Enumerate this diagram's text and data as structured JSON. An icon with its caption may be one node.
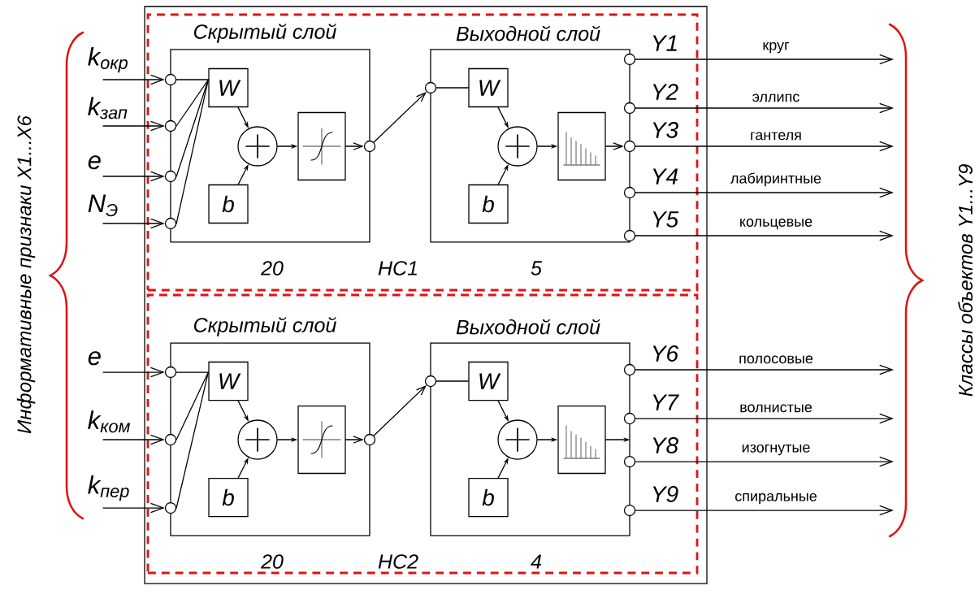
{
  "diagram": {
    "nodes": [
      {
        "text": [],
        "shape": "box"
      },
      {
        "text": [
          "НС1"
        ],
        "in": 0
      },
      {
        "text": [
          "Скрытый слой",
          "20"
        ],
        "in": 1
      },
      {
        "text": [
          "W"
        ],
        "in": 2
      },
      {
        "text": [
          "b"
        ],
        "in": 2
      },
      {
        "text": [],
        "shape": "circle",
        "in": 2
      },
      {
        "text": [],
        "shape": "box",
        "in": 2
      },
      {
        "text": [],
        "shape": "circle",
        "in": 1
      },
      {
        "text": [],
        "shape": "circle",
        "in": 1
      },
      {
        "text": [],
        "shape": "circle",
        "in": 1
      },
      {
        "text": [],
        "shape": "circle",
        "in": 1
      },
      {
        "text": [],
        "shape": "circle",
        "in": 1
      },
      {
        "text": [
          "Выходной слой",
          "5"
        ],
        "in": 1
      },
      {
        "text": [
          "W"
        ],
        "in": 12
      },
      {
        "text": [
          "b"
        ],
        "in": 12
      },
      {
        "text": [],
        "shape": "circle",
        "in": 12
      },
      {
        "text": [],
        "shape": "box",
        "in": 12
      },
      {
        "text": [],
        "shape": "circle",
        "in": 1
      },
      {
        "text": [],
        "shape": "circle",
        "in": 1,
        "beside": [
          "Y1"
        ]
      },
      {
        "text": [],
        "shape": "circle",
        "in": 1,
        "beside": [
          "Y2"
        ]
      },
      {
        "text": [],
        "shape": "circle",
        "in": 1,
        "beside": [
          "Y3"
        ]
      },
      {
        "text": [],
        "shape": "circle",
        "in": 1,
        "beside": [
          "Y4"
        ]
      },
      {
        "text": [],
        "shape": "circle",
        "in": 1,
        "beside": [
          "Y5"
        ]
      },
      {
        "text": [
          "НС2"
        ],
        "in": 0
      },
      {
        "text": [
          "Скрытый слой",
          "20"
        ],
        "in": 23
      },
      {
        "text": [
          "W"
        ],
        "in": 24
      },
      {
        "text": [
          "b"
        ],
        "in": 24
      },
      {
        "text": [],
        "shape": "circle",
        "in": 24
      },
      {
        "text": [],
        "shape": "box",
        "in": 24
      },
      {
        "text": [],
        "shape": "circle",
        "in": 23
      },
      {
        "text": [],
        "shape": "circle",
        "in": 23
      },
      {
        "text": [],
        "shape": "circle",
        "in": 23
      },
      {
        "text": [],
        "shape": "circle",
        "in": 23
      },
      {
        "text": [
          "Выходной слой",
          "4"
        ],
        "in": 23
      },
      {
        "text": [
          "W"
        ],
        "in": 33
      },
      {
        "text": [
          "b"
        ],
        "in": 33
      },
      {
        "text": [],
        "shape": "circle",
        "in": 33
      },
      {
        "text": [],
        "shape": "box",
        "in": 33
      },
      {
        "text": [],
        "shape": "circle",
        "in": 23
      },
      {
        "text": [],
        "shape": "circle",
        "in": 23,
        "beside": [
          "Y6"
        ]
      },
      {
        "text": [],
        "shape": "circle",
        "in": 23,
        "beside": [
          "Y7"
        ]
      },
      {
        "text": [],
        "shape": "circle",
        "in": 23,
        "beside": [
          "Y8"
        ]
      },
      {
        "text": [],
        "shape": "circle",
        "in": 23,
        "beside": [
          "Y9"
        ]
      }
    ],
    "edges": [
      {
        "from": null,
        "to": 7,
        "arrow": "to",
        "label": "k$_{окр}$"
      },
      {
        "from": null,
        "to": 8,
        "arrow": "to",
        "label": "k$_{зап}$"
      },
      {
        "from": null,
        "to": 9,
        "arrow": "to",
        "label": "e"
      },
      {
        "from": null,
        "to": 10,
        "arrow": "to",
        "label": "N$_{Э}$"
      },
      {
        "from": 7,
        "to": 3,
        "arrow": "none"
      },
      {
        "from": 8,
        "to": 3,
        "arrow": "none"
      },
      {
        "from": 9,
        "to": 3,
        "arrow": "none"
      },
      {
        "from": 10,
        "to": 3,
        "arrow": "none"
      },
      {
        "from": 3,
        "to": 5,
        "arrow": "to"
      },
      {
        "from": 4,
        "to": 5,
        "arrow": "to"
      },
      {
        "from": 5,
        "to": 6,
        "arrow": "to"
      },
      {
        "from": 6,
        "to": 11,
        "arrow": "to"
      },
      {
        "from": 11,
        "to": 17,
        "arrow": "to"
      },
      {
        "from": 17,
        "to": 13,
        "arrow": "none"
      },
      {
        "from": 13,
        "to": 15,
        "arrow": "to"
      },
      {
        "from": 14,
        "to": 15,
        "arrow": "to"
      },
      {
        "from": 15,
        "to": 16,
        "arrow": "to"
      },
      {
        "from": 16,
        "to": 20,
        "arrow": "to"
      },
      {
        "from": 18,
        "to": null,
        "arrow": "to",
        "label": "круг"
      },
      {
        "from": 19,
        "to": null,
        "arrow": "to",
        "label": "эллипс"
      },
      {
        "from": 20,
        "to": null,
        "arrow": "to",
        "label": "гантеля"
      },
      {
        "from": 21,
        "to": null,
        "arrow": "to",
        "label": "лабиринтные"
      },
      {
        "from": 22,
        "to": null,
        "arrow": "to",
        "label": "кольцевые"
      },
      {
        "from": null,
        "to": 29,
        "arrow": "to",
        "label": "e"
      },
      {
        "from": null,
        "to": 30,
        "arrow": "to",
        "label": "k$_{ком}$"
      },
      {
        "from": null,
        "to": 31,
        "arrow": "to",
        "label": "k$_{пер}$"
      },
      {
        "from": 29,
        "to": 25,
        "arrow": "none"
      },
      {
        "from": 30,
        "to": 25,
        "arrow": "none"
      },
      {
        "from": 31,
        "to": 25,
        "arrow": "none"
      },
      {
        "from": 25,
        "to": 27,
        "arrow": "to"
      },
      {
        "from": 26,
        "to": 27,
        "arrow": "to"
      },
      {
        "from": 27,
        "to": 28,
        "arrow": "to"
      },
      {
        "from": 28,
        "to": 32,
        "arrow": "to"
      },
      {
        "from": 32,
        "to": 38,
        "arrow": "to"
      },
      {
        "from": 38,
        "to": 34,
        "arrow": "none"
      },
      {
        "from": 34,
        "to": 36,
        "arrow": "to"
      },
      {
        "from": 35,
        "to": 36,
        "arrow": "to"
      },
      {
        "from": 36,
        "to": 37,
        "arrow": "to"
      },
      {
        "from": 37,
        "to": 33,
        "arrow": "to"
      },
      {
        "from": 39,
        "to": null,
        "arrow": "to",
        "label": "полосовые"
      },
      {
        "from": 40,
        "to": null,
        "arrow": "to",
        "label": "волнистые"
      },
      {
        "from": 41,
        "to": null,
        "arrow": "to",
        "label": "изогнутые"
      },
      {
        "from": 42,
        "to": null,
        "arrow": "to",
        "label": "спиральные"
      }
    ],
    "labels": [
      "Информативные признаки X1...X6",
      "Классы объектов Y1...Y9"
    ]
  }
}
